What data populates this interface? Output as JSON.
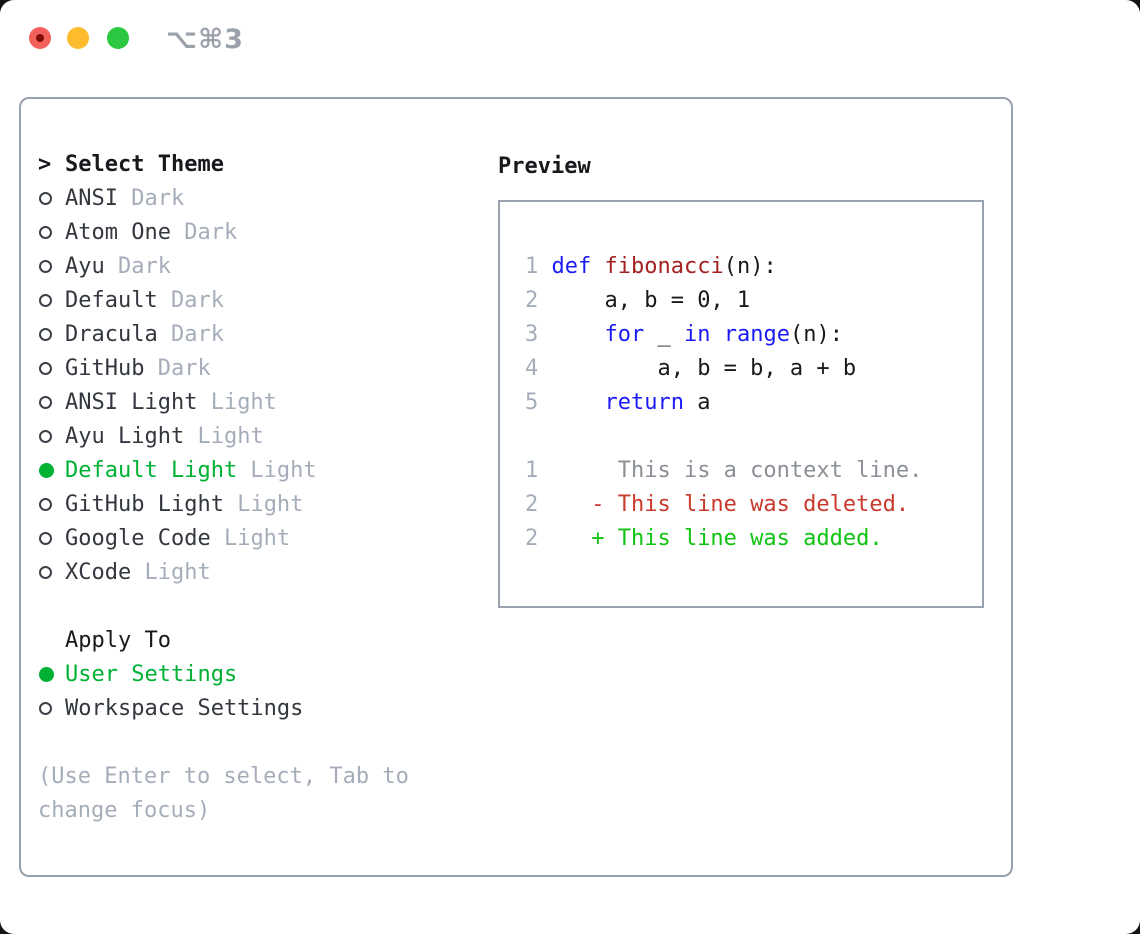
{
  "titlebar": {
    "shortcut": "⌥⌘3"
  },
  "colors": {
    "traffic_red": "#f4605a",
    "traffic_red_dot": "#7b0d06",
    "traffic_yellow": "#fdbc2e",
    "traffic_green": "#2cc842",
    "shortcut_gray": "#9aa1aa",
    "border_gray": "#99a1ae",
    "text_black": "#17191d",
    "text_dark": "#33373e",
    "muted_gray": "#a6adba",
    "ctx_gray": "#8b9097",
    "bullet_gray": "#3c4148",
    "sel_green": "#00b134",
    "kw_blue": "#1b1bf5",
    "fn_red": "#a32121",
    "del_red": "#c93a2c",
    "add_green": "#10c310"
  },
  "theme_list": {
    "prompt": ">",
    "title": "Select Theme",
    "items": [
      {
        "name": "ANSI",
        "variant": "Dark",
        "selected": false
      },
      {
        "name": "Atom One",
        "variant": "Dark",
        "selected": false
      },
      {
        "name": "Ayu",
        "variant": "Dark",
        "selected": false
      },
      {
        "name": "Default",
        "variant": "Dark",
        "selected": false
      },
      {
        "name": "Dracula",
        "variant": "Dark",
        "selected": false
      },
      {
        "name": "GitHub",
        "variant": "Dark",
        "selected": false
      },
      {
        "name": "ANSI Light",
        "variant": "Light",
        "selected": false
      },
      {
        "name": "Ayu Light",
        "variant": "Light",
        "selected": false
      },
      {
        "name": "Default Light",
        "variant": "Light",
        "selected": true
      },
      {
        "name": "GitHub Light",
        "variant": "Light",
        "selected": false
      },
      {
        "name": "Google Code",
        "variant": "Light",
        "selected": false
      },
      {
        "name": "XCode",
        "variant": "Light",
        "selected": false
      }
    ]
  },
  "apply_to": {
    "title": "Apply To",
    "options": [
      {
        "label": "User Settings",
        "selected": true
      },
      {
        "label": "Workspace Settings",
        "selected": false
      }
    ]
  },
  "help": {
    "line1": "(Use Enter to select, Tab to",
    "line2": "change focus)"
  },
  "preview": {
    "title": "Preview",
    "code_lines": [
      {
        "num": "1",
        "segs": [
          [
            " ",
            "pl"
          ],
          [
            "def",
            "kw"
          ],
          [
            " ",
            "pl"
          ],
          [
            "fibonacci",
            "fn"
          ],
          [
            "(n):",
            "pl"
          ]
        ]
      },
      {
        "num": "2",
        "segs": [
          [
            "     a, b = 0, 1",
            "pl"
          ]
        ]
      },
      {
        "num": "3",
        "segs": [
          [
            "     ",
            "pl"
          ],
          [
            "for",
            "kw"
          ],
          [
            " _ ",
            "pl"
          ],
          [
            "in",
            "kw"
          ],
          [
            " ",
            "pl"
          ],
          [
            "range",
            "kw"
          ],
          [
            "(n):",
            "pl"
          ]
        ]
      },
      {
        "num": "4",
        "segs": [
          [
            "         a, b = b, a + b",
            "pl"
          ]
        ]
      },
      {
        "num": "5",
        "segs": [
          [
            "     ",
            "pl"
          ],
          [
            "return",
            "kw"
          ],
          [
            " a",
            "pl"
          ]
        ]
      }
    ],
    "diff_lines": [
      {
        "num": "1",
        "segs": [
          [
            "      This is a context line.",
            "ctx"
          ]
        ]
      },
      {
        "num": "2",
        "segs": [
          [
            "    - This line was deleted.",
            "del"
          ]
        ]
      },
      {
        "num": "2",
        "segs": [
          [
            "    + This line was added.",
            "add"
          ]
        ]
      }
    ]
  }
}
